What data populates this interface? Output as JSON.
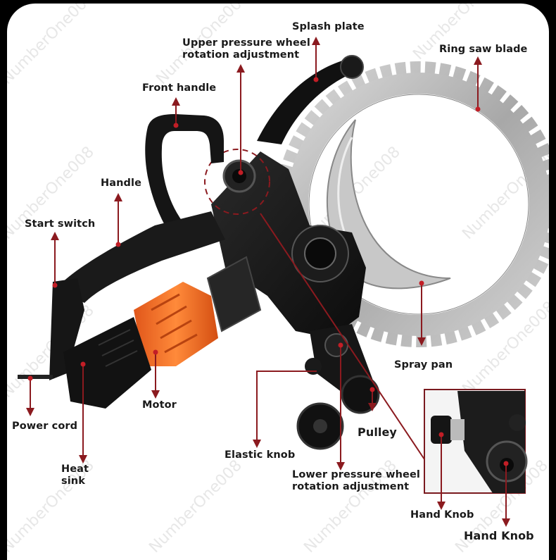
{
  "diagram": {
    "subject": "Ring saw with annotated parts",
    "colors": {
      "background": "#ffffff",
      "frame": "#000000",
      "callout_line": "#8b1a1f",
      "body": "#141414",
      "motor_orange": "#f26a1b",
      "blade_silver": "#b5b5b5"
    },
    "watermark": "NumberOne008",
    "labels": {
      "upper_pressure_line1": "Upper pressure wheel",
      "upper_pressure_line2": "rotation adjustment",
      "splash_plate": "Splash plate",
      "ring_saw_blade": "Ring saw blade",
      "front_handle": "Front handle",
      "handle": "Handle",
      "start_switch": "Start switch",
      "spray_pan": "Spray pan",
      "motor": "Motor",
      "power_cord": "Power cord",
      "heat_sink_line1": "Heat",
      "heat_sink_line2": "sink",
      "elastic_knob": "Elastic knob",
      "pulley": "Pulley",
      "lower_pressure_line1": "Lower pressure wheel",
      "lower_pressure_line2": "rotation adjustment",
      "hand_knob_1": "Hand Knob",
      "hand_knob_2": "Hand Knob"
    },
    "inset": {
      "description": "Close-up detail of hand knobs",
      "border_color": "#7a1a1f"
    }
  }
}
